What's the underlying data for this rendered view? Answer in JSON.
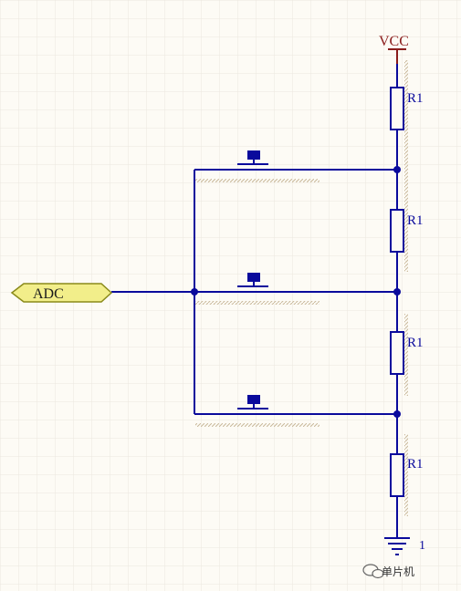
{
  "schematic": {
    "power_label": "VCC",
    "ground_pin_label": "1",
    "net_port_label": "ADC",
    "resistor_labels": [
      "R1",
      "R1",
      "R1",
      "R1"
    ],
    "colors": {
      "background": "#fdfbf5",
      "grid": "#ece7df",
      "wire": "#0a0a9c",
      "component": "#0a0a9c",
      "power_text": "#8a1c1c",
      "power_line": "#8a1c1c",
      "port_fill": "#f2ee8a",
      "port_stroke": "#8a8a1a",
      "hatch": "#c8b89a"
    },
    "icons": [
      "ground-icon",
      "push-button-icon",
      "resistor-icon",
      "net-port-icon"
    ]
  },
  "watermark": {
    "text": "单片机",
    "icon": "chat-bubble-icon"
  }
}
